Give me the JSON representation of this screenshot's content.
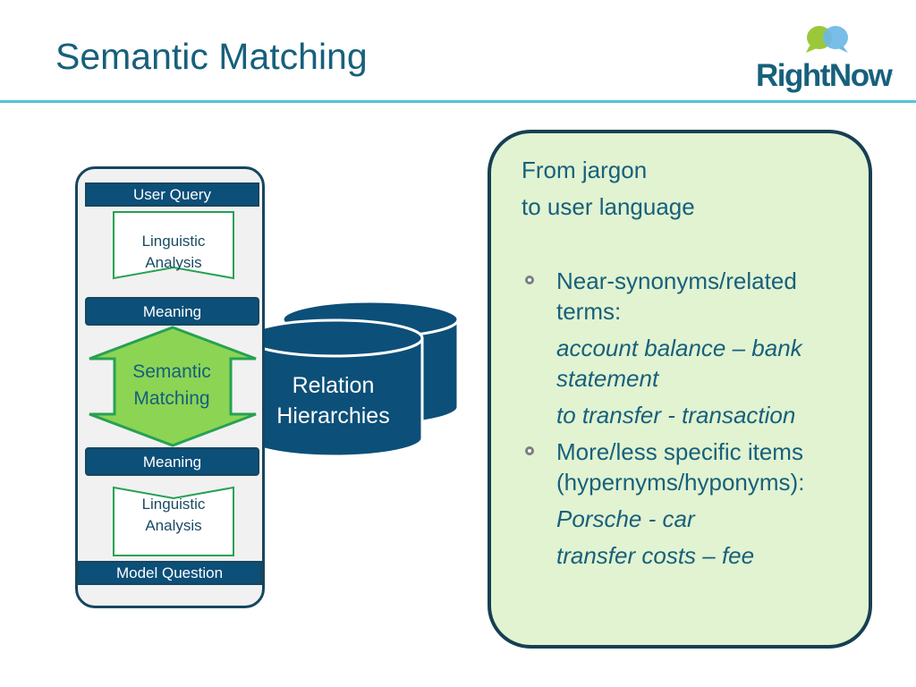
{
  "slide": {
    "title": "Semantic Matching"
  },
  "logo": {
    "text": "RightNow",
    "mark": "."
  },
  "flow": {
    "user_query": "User Query",
    "analysis_top": [
      "Linguistic",
      "Analysis"
    ],
    "meaning_top": "Meaning",
    "matching": [
      "Semantic",
      "Matching"
    ],
    "meaning_bottom": "Meaning",
    "analysis_bottom": [
      "Linguistic",
      "Analysis"
    ],
    "model_question": "Model Question"
  },
  "database": {
    "label": [
      "Relation",
      "Hierarchies"
    ]
  },
  "panel": {
    "intro": [
      "From jargon",
      "to user language"
    ],
    "bullets": [
      {
        "lines": [
          "Near-synonyms/related",
          "terms:"
        ],
        "examples": [
          [
            "account balance – bank",
            "statement"
          ],
          [
            "to transfer - transaction"
          ]
        ]
      },
      {
        "lines": [
          "More/less specific items",
          "(hypernyms/hyponyms):"
        ],
        "examples": [
          [
            "Porsche - car"
          ],
          [
            "transfer costs – fee"
          ]
        ]
      }
    ]
  },
  "colors": {
    "title": "#17607c",
    "rule": "#55c3d9",
    "bar": "#0c4f78",
    "cylinder": "#0c4f78",
    "matching_fill": "#8cd454",
    "arrow_outline": "#27a153",
    "panel_fill": "#e1f3d1"
  }
}
